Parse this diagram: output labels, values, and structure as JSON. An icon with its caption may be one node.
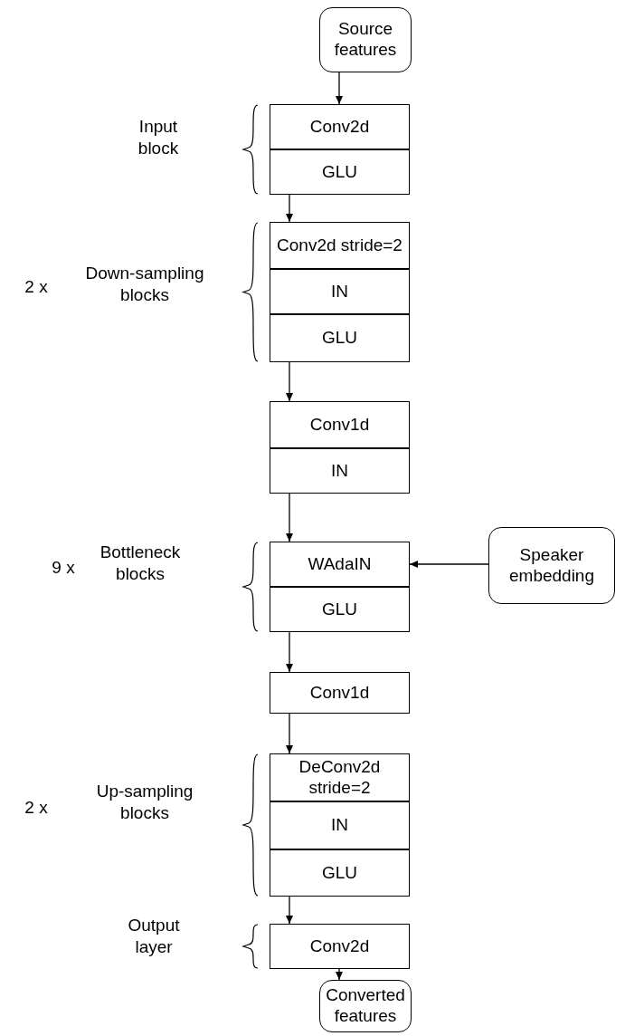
{
  "diagram": {
    "nodes": [
      {
        "text": [
          "Source features"
        ]
      },
      {
        "text": [
          "Conv2d"
        ]
      },
      {
        "text": [
          "GLU"
        ]
      },
      {
        "text": [
          "Conv2d stride=2"
        ]
      },
      {
        "text": [
          "IN"
        ]
      },
      {
        "text": [
          "GLU"
        ]
      },
      {
        "text": [
          "Conv1d"
        ]
      },
      {
        "text": [
          "IN"
        ]
      },
      {
        "text": [
          "WAdaIN"
        ]
      },
      {
        "text": [
          "Speaker embedding"
        ]
      },
      {
        "text": [
          "GLU"
        ]
      },
      {
        "text": [
          "Conv1d"
        ]
      },
      {
        "text": [
          "DeConv2d stride=2"
        ]
      },
      {
        "text": [
          "IN"
        ]
      },
      {
        "text": [
          "GLU"
        ]
      },
      {
        "text": [
          "Conv2d"
        ]
      },
      {
        "text": [
          "Converted features"
        ]
      }
    ],
    "edges": [
      {
        "from": 0,
        "to": 1,
        "arrow": "to"
      },
      {
        "from": 2,
        "to": 3,
        "arrow": "to"
      },
      {
        "from": 5,
        "to": 6,
        "arrow": "to"
      },
      {
        "from": 7,
        "to": 8,
        "arrow": "to"
      },
      {
        "from": 9,
        "to": 8,
        "arrow": "to"
      },
      {
        "from": 10,
        "to": 11,
        "arrow": "to"
      },
      {
        "from": 11,
        "to": 12,
        "arrow": "to"
      },
      {
        "from": 14,
        "to": 15,
        "arrow": "to"
      },
      {
        "from": 15,
        "to": 16,
        "arrow": "to"
      }
    ],
    "labels": [
      "Input block",
      "2 x",
      "Down-sampling blocks",
      "9 x",
      "Bottleneck blocks",
      "2 x",
      "Up-sampling blocks",
      "Output layer"
    ]
  }
}
